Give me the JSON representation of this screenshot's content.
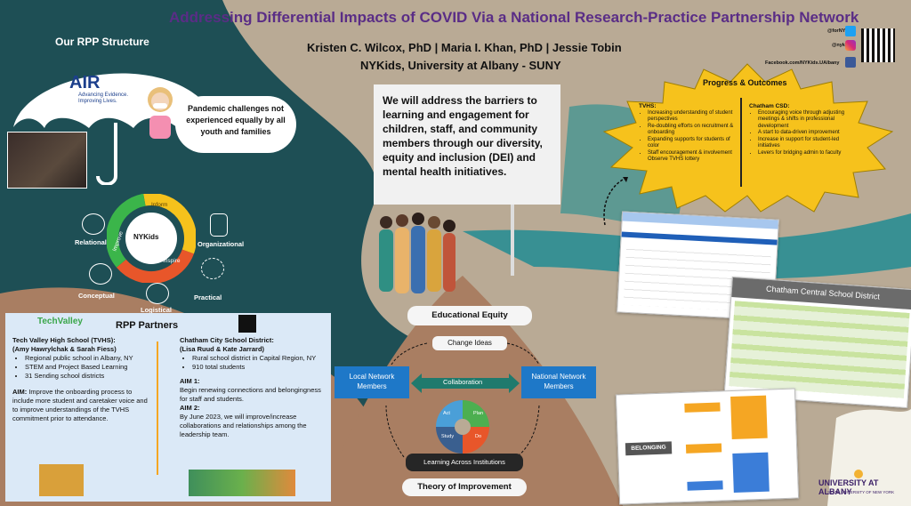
{
  "header": {
    "title": "Addressing Differential Impacts of COVID Via a National Research-Practice Partnership Network",
    "authors": "Kristen C. Wilcox, PhD | Maria I. Khan, PhD | Jessie Tobin",
    "institution": "NYKids, University at Albany - SUNY"
  },
  "social": {
    "twitter": "@forNYKids",
    "instagram": "@nykids_",
    "facebook": "Facebook.com/NYKids.UAlbany"
  },
  "structure": {
    "title": "Our RPP Structure",
    "air_logo": "AIR",
    "air_tagline_1": "Advancing Evidence.",
    "air_tagline_2": "Improving Lives.",
    "pandemic_text": "Pandemic challenges not experienced equally by all youth and families",
    "cycle_center": "NYKids",
    "cycle_labels": [
      "Inform",
      "Inspire",
      "Improve"
    ],
    "icons": {
      "relational": "Relational",
      "organizational": "Organizational",
      "conceptual": "Conceptual",
      "logistical": "Logistical",
      "practical": "Practical"
    }
  },
  "mission": "We will address the barriers to learning and engagement for children, staff, and community members through our diversity, equity and inclusion (DEI) and mental health initiatives.",
  "progress": {
    "title": "Progress & Outcomes",
    "tvhs_heading": "TVHS:",
    "tvhs_items": [
      "Increasing understanding of student perspectives",
      "Re-doubling efforts on recruitment & onboarding",
      "Expanding supports for students of color",
      "Staff encouragement & involvement",
      "Observe TVHS lottery"
    ],
    "chatham_heading": "Chatham CSD:",
    "chatham_items": [
      "Encouraging voice through adjusting meetings & shifts in professional development",
      "A start to data-driven improvement",
      "Increase in support for student-led initiatives",
      "Levers for bridging admin to faculty"
    ]
  },
  "partners": {
    "title": "RPP Partners",
    "tv_logo": "TechValley",
    "tvhs_name": "Tech Valley High School (TVHS):",
    "tvhs_people": "(Amy Hawrylchak & Sarah Fiess)",
    "tvhs_items": [
      "Regional public school in Albany, NY",
      "STEM and Project Based Learning",
      "31 Sending school districts"
    ],
    "tvhs_aim_label": "AIM:",
    "tvhs_aim": " Improve the onboarding process to include more student and caretaker voice and to improve understandings of the TVHS commitment prior to attendance.",
    "chatham_name": "Chatham City School District:",
    "chatham_people": "(Lisa Ruud & Kate Jarrard)",
    "chatham_items": [
      "Rural school district in Capital Region, NY",
      "910 total students"
    ],
    "aim1_label": "AIM 1:",
    "aim1": "Begin renewing connections and belongingness for staff and students.",
    "aim2_label": "AIM 2:",
    "aim2": "By June 2023, we will improve/increase collaborations and relationships among the leadership team."
  },
  "theory": {
    "educational_equity": "Educational Equity",
    "change_ideas": "Change Ideas",
    "local": "Local Network Members",
    "national": "National Network Members",
    "collaboration": "Collaboration",
    "pdsa": [
      "Act",
      "Plan",
      "Study",
      "Do"
    ],
    "learning": "Learning Across Institutions",
    "theory_title": "Theory of Improvement"
  },
  "docs": {
    "chatham_title": "Chatham Central School District",
    "belonging": "BELONGING"
  },
  "footer": {
    "university": "UNIVERSITY AT ALBANY",
    "university_sub": "STATE UNIVERSITY OF NEW YORK"
  },
  "colors": {
    "title": "#5a2d86",
    "teal": "#1e4f55",
    "star": "#f6c21c",
    "blue_box": "#1e78c8"
  }
}
